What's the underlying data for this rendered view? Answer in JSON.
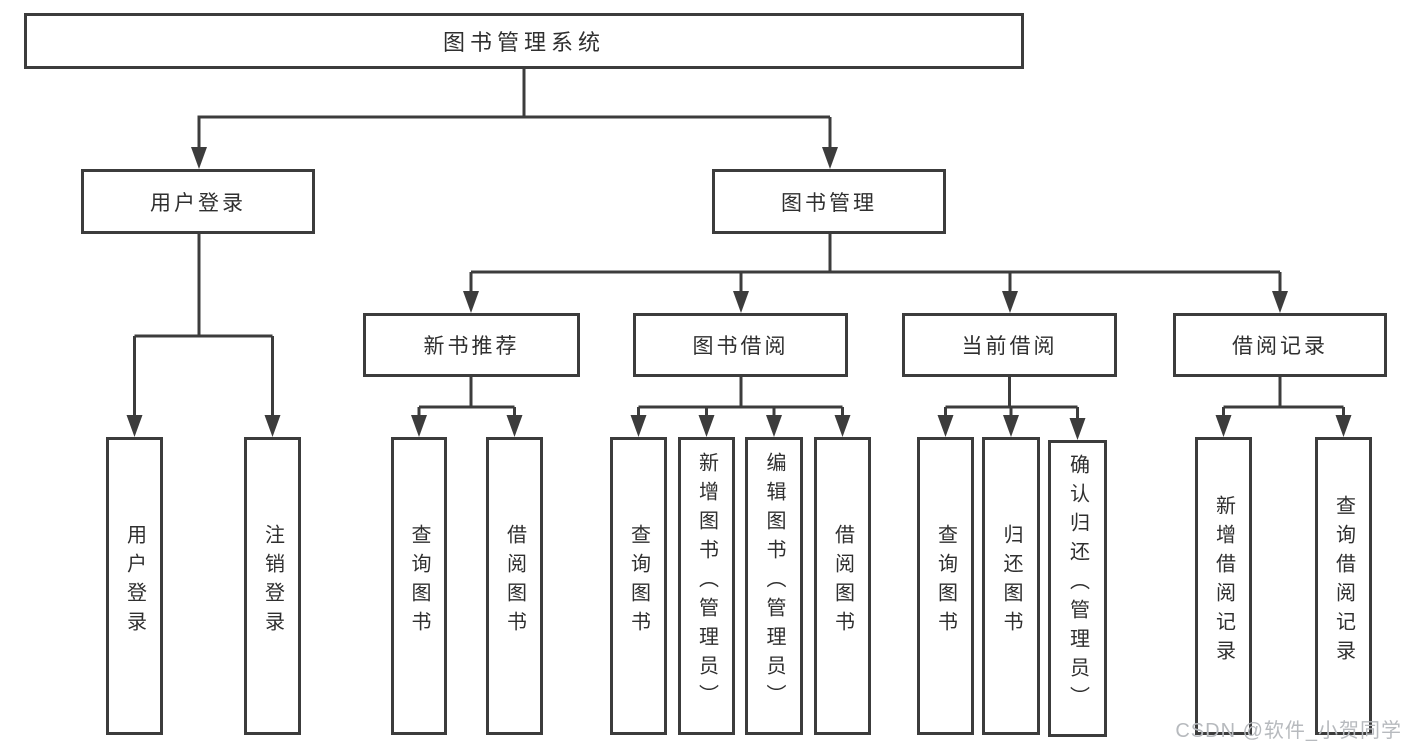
{
  "diagram": {
    "root": {
      "label": "图书管理系统"
    },
    "branches": [
      {
        "label": "用户登录",
        "children": [
          "用户登录",
          "注销登录"
        ]
      },
      {
        "label": "图书管理",
        "groups": [
          {
            "label": "新书推荐",
            "children": [
              "查询图书",
              "借阅图书"
            ]
          },
          {
            "label": "图书借阅",
            "children": [
              "查询图书",
              "新增图书（管理员）",
              "编辑图书（管理员）",
              "借阅图书"
            ]
          },
          {
            "label": "当前借阅",
            "children": [
              "查询图书",
              "归还图书",
              "确认归还（管理员）"
            ]
          },
          {
            "label": "借阅记录",
            "children": [
              "新增借阅记录",
              "查询借阅记录"
            ]
          }
        ]
      }
    ]
  },
  "watermark": {
    "text": "CSDN @软件_小贺同学"
  },
  "colors": {
    "line": "#3c3c3c",
    "text": "#2f2f2f",
    "watermark": "#b7babe",
    "background": "#ffffff"
  }
}
